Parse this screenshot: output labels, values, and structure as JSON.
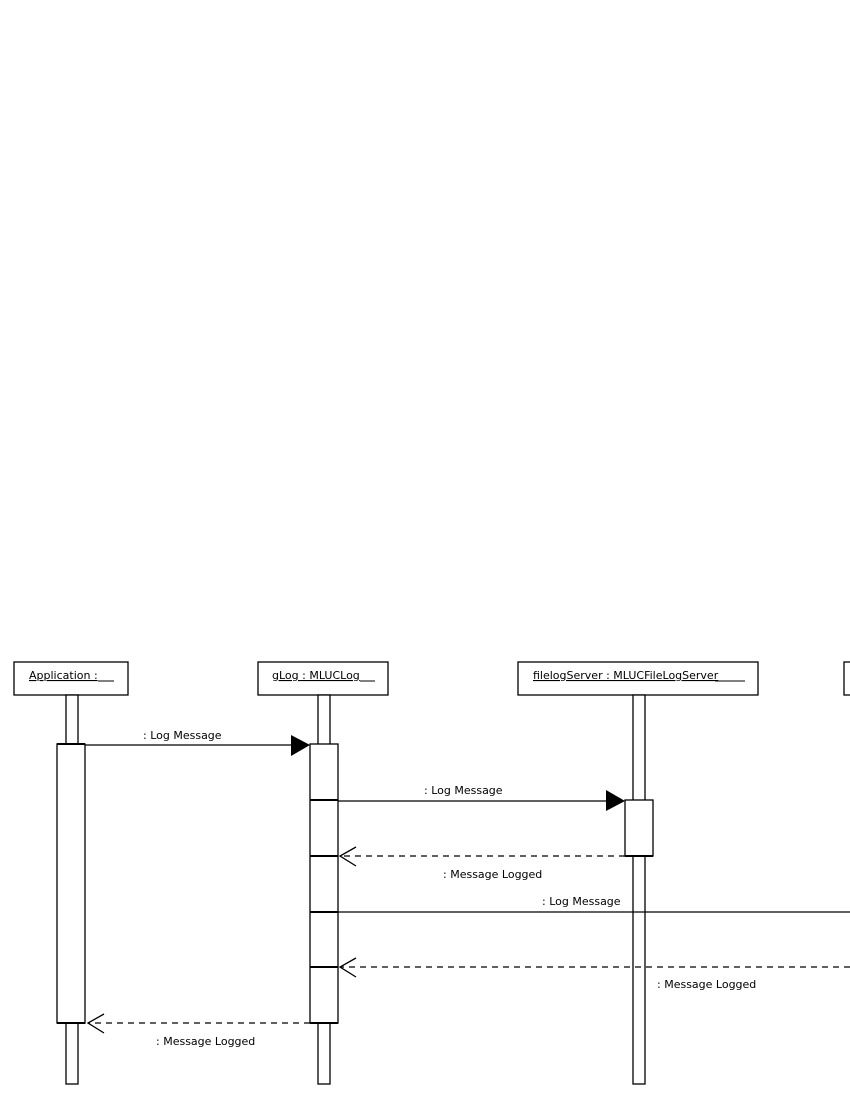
{
  "objects": [
    {
      "label": "Application :"
    },
    {
      "label": "gLog : MLUCLog"
    },
    {
      "label": "filelogServer : MLUCFileLogServer"
    },
    {
      "label": ""
    }
  ],
  "messages": [
    {
      "label": ": Log Message"
    },
    {
      "label": ": Log Message"
    },
    {
      "label": ": Message Logged"
    },
    {
      "label": ": Log Message"
    },
    {
      "label": ": Message Logged"
    },
    {
      "label": ": Message Logged"
    }
  ],
  "colors": {
    "line": "#000000",
    "background": "#ffffff"
  }
}
